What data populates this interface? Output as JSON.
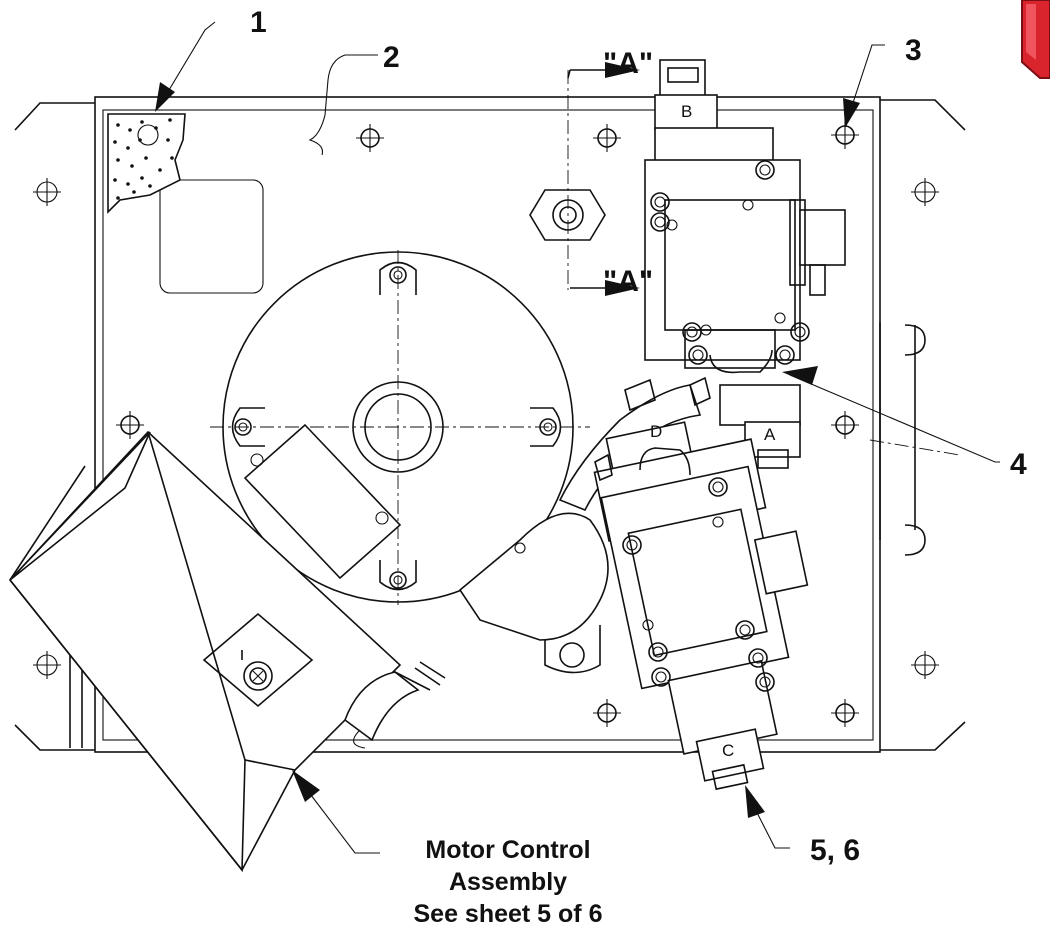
{
  "callouts": {
    "c1": "1",
    "c2": "2",
    "c3": "3",
    "c4": "4",
    "c56": "5, 6"
  },
  "section_marks": {
    "top": "\"A\"",
    "bottom": "\"A\""
  },
  "ports": {
    "a": "A",
    "b": "B",
    "c": "C",
    "d": "D"
  },
  "note": {
    "line1": "Motor Control",
    "line2": "Assembly",
    "line3": "See sheet 5 of 6"
  },
  "colors": {
    "line": "#111111",
    "badge": "#d9232d"
  }
}
